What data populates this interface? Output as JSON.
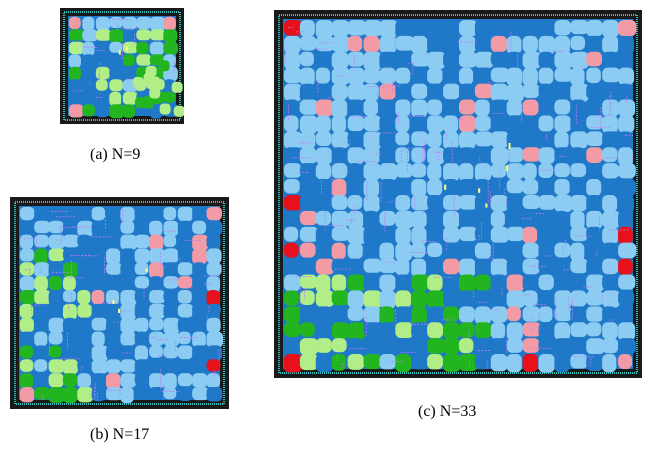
{
  "figure": {
    "panels": [
      {
        "id": "a",
        "caption": "(a)  N=9"
      },
      {
        "id": "b",
        "caption": "(b)  N=17"
      },
      {
        "id": "c",
        "caption": "(c)  N=33"
      }
    ]
  },
  "colors": {
    "background": "#ffffff",
    "frame": "#1a1a1a",
    "die_border": "#2fc0c0",
    "dark_blue": "#1f78c8",
    "light_blue": "#8ccbf2",
    "red": "#e8101a",
    "pink": "#f29aa5",
    "green": "#22b520",
    "light_green": "#b2ee88",
    "violet_wire": "#c07cf4",
    "yellow": "#ffff80"
  }
}
